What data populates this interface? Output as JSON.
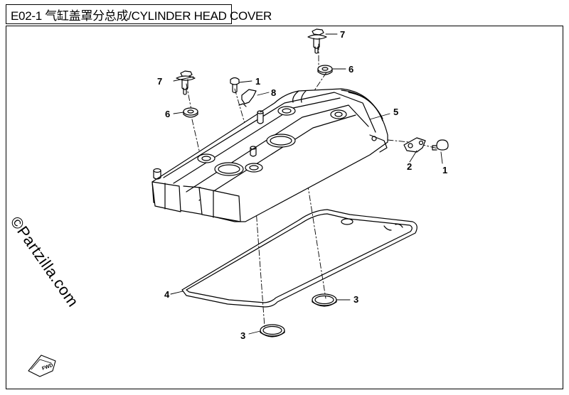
{
  "header": {
    "title": "E02-1 气缸盖罩分总成/CYLINDER HEAD COVER"
  },
  "watermark": "©Partzilla.com",
  "fwd_label": "FWD",
  "callouts": [
    {
      "id": "c7a",
      "label": "7"
    },
    {
      "id": "c6a",
      "label": "6"
    },
    {
      "id": "c7b",
      "label": "7"
    },
    {
      "id": "c1a",
      "label": "1"
    },
    {
      "id": "c8",
      "label": "8"
    },
    {
      "id": "c6b",
      "label": "6"
    },
    {
      "id": "c5",
      "label": "5"
    },
    {
      "id": "c2",
      "label": "2"
    },
    {
      "id": "c1b",
      "label": "1"
    },
    {
      "id": "c4",
      "label": "4"
    },
    {
      "id": "c3a",
      "label": "3"
    },
    {
      "id": "c3b",
      "label": "3"
    }
  ]
}
